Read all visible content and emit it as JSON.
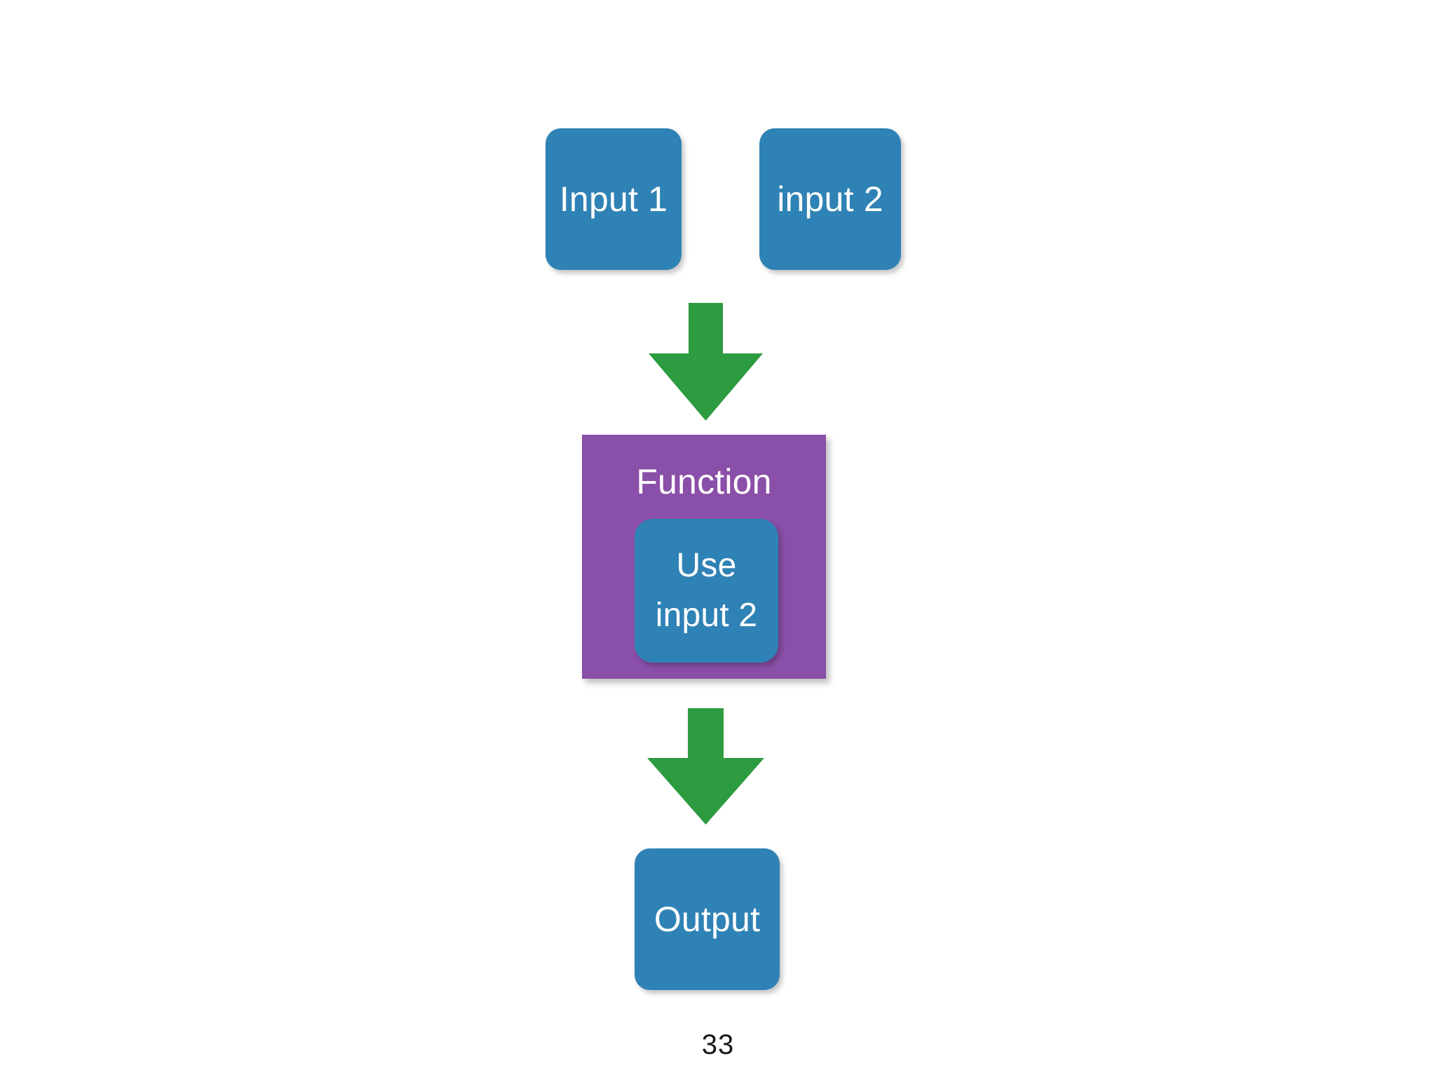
{
  "slide": {
    "background_color": "#ffffff",
    "page_number": "33"
  },
  "palette": {
    "blue": "#2f82b5",
    "purple": "#8a4fa8",
    "green": "#2d9b40",
    "text_on_shape": "#ffffff",
    "page_number_color": "#1a1a1a"
  },
  "diagram": {
    "type": "flowchart",
    "direction": "top-to-bottom",
    "inputs": [
      {
        "label": "Input 1",
        "color": "#2f82b5",
        "shape": "rounded-square"
      },
      {
        "label": "input 2",
        "color": "#2f82b5",
        "shape": "rounded-square"
      }
    ],
    "process": {
      "label": "Function",
      "color": "#8a4fa8",
      "shape": "square",
      "inner": {
        "lines": [
          "Use",
          "input 2"
        ],
        "color": "#2f82b5",
        "shape": "rounded-square"
      }
    },
    "output": {
      "label": "Output",
      "color": "#2f82b5",
      "shape": "rounded-square"
    },
    "arrows": [
      {
        "name": "inputs-to-function",
        "direction": "down",
        "color": "#2d9b40"
      },
      {
        "name": "function-to-output",
        "direction": "down",
        "color": "#2d9b40"
      }
    ]
  }
}
